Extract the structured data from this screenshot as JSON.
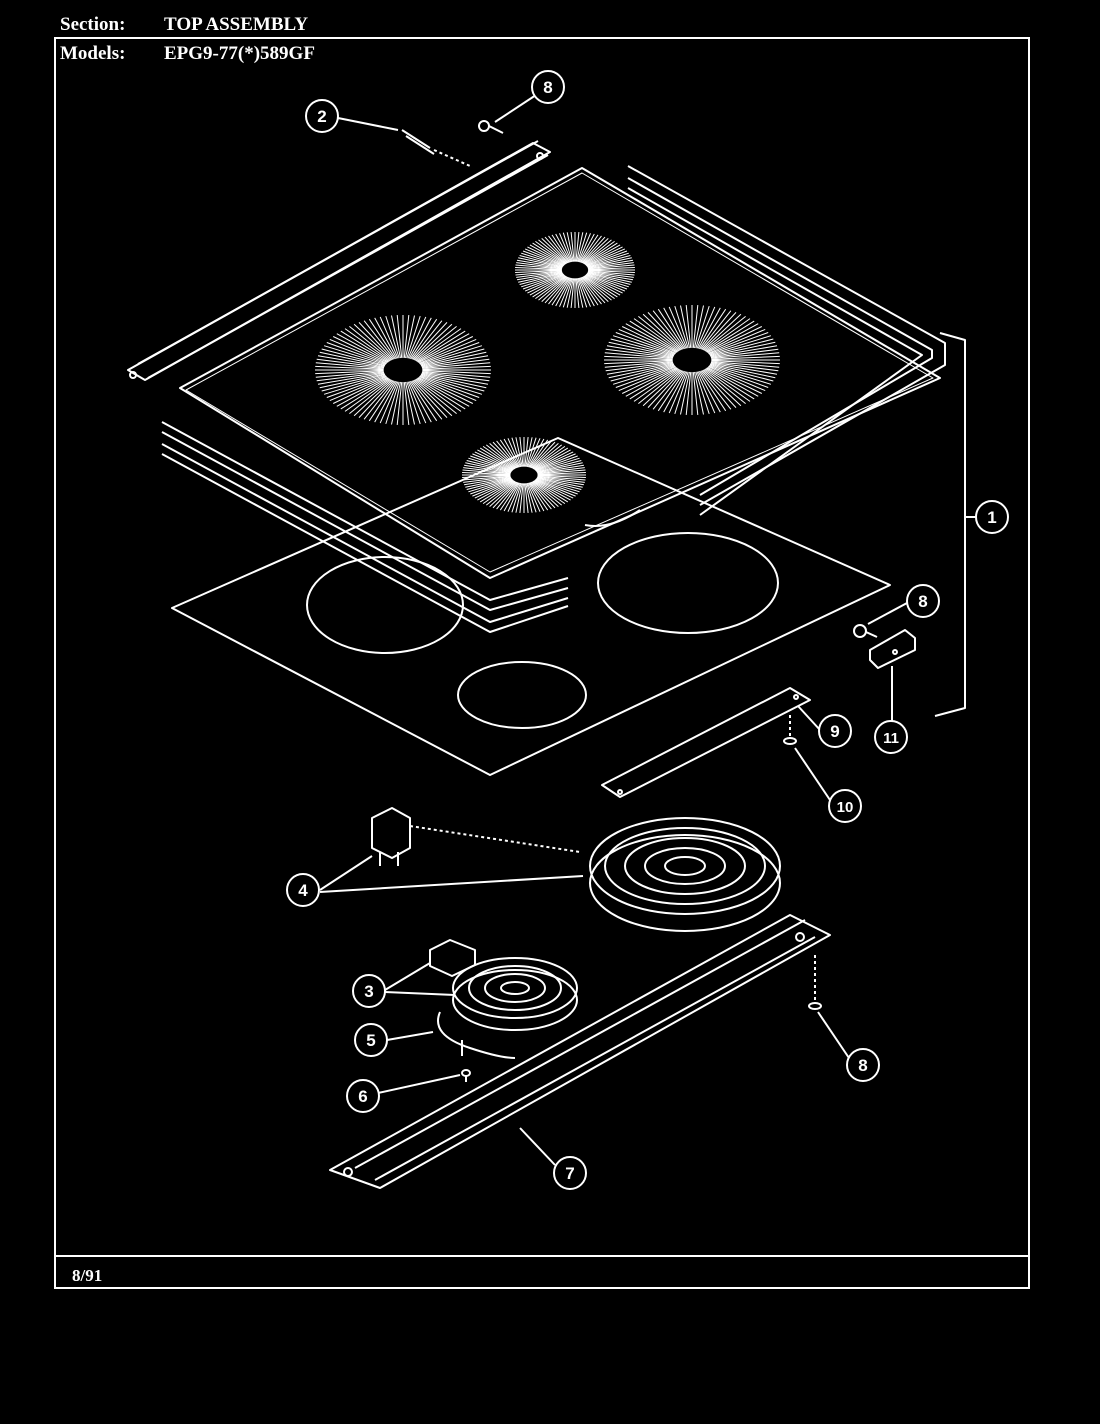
{
  "header": {
    "section_label": "Section:",
    "section_value": "TOP ASSEMBLY",
    "models_label": "Models:",
    "models_value": "EPG9-77(*)589GF"
  },
  "footer": {
    "date": "8/91"
  },
  "callouts": [
    {
      "id": "c8a",
      "label": "8"
    },
    {
      "id": "c2",
      "label": "2"
    },
    {
      "id": "c1",
      "label": "1"
    },
    {
      "id": "c8b",
      "label": "8"
    },
    {
      "id": "c9",
      "label": "9"
    },
    {
      "id": "c11",
      "label": "11"
    },
    {
      "id": "c10",
      "label": "10"
    },
    {
      "id": "c4",
      "label": "4"
    },
    {
      "id": "c3",
      "label": "3"
    },
    {
      "id": "c5",
      "label": "5"
    },
    {
      "id": "c6",
      "label": "6"
    },
    {
      "id": "c8c",
      "label": "8"
    },
    {
      "id": "c7",
      "label": "7"
    }
  ],
  "colors": {
    "background": "#000000",
    "ink": "#ffffff"
  }
}
